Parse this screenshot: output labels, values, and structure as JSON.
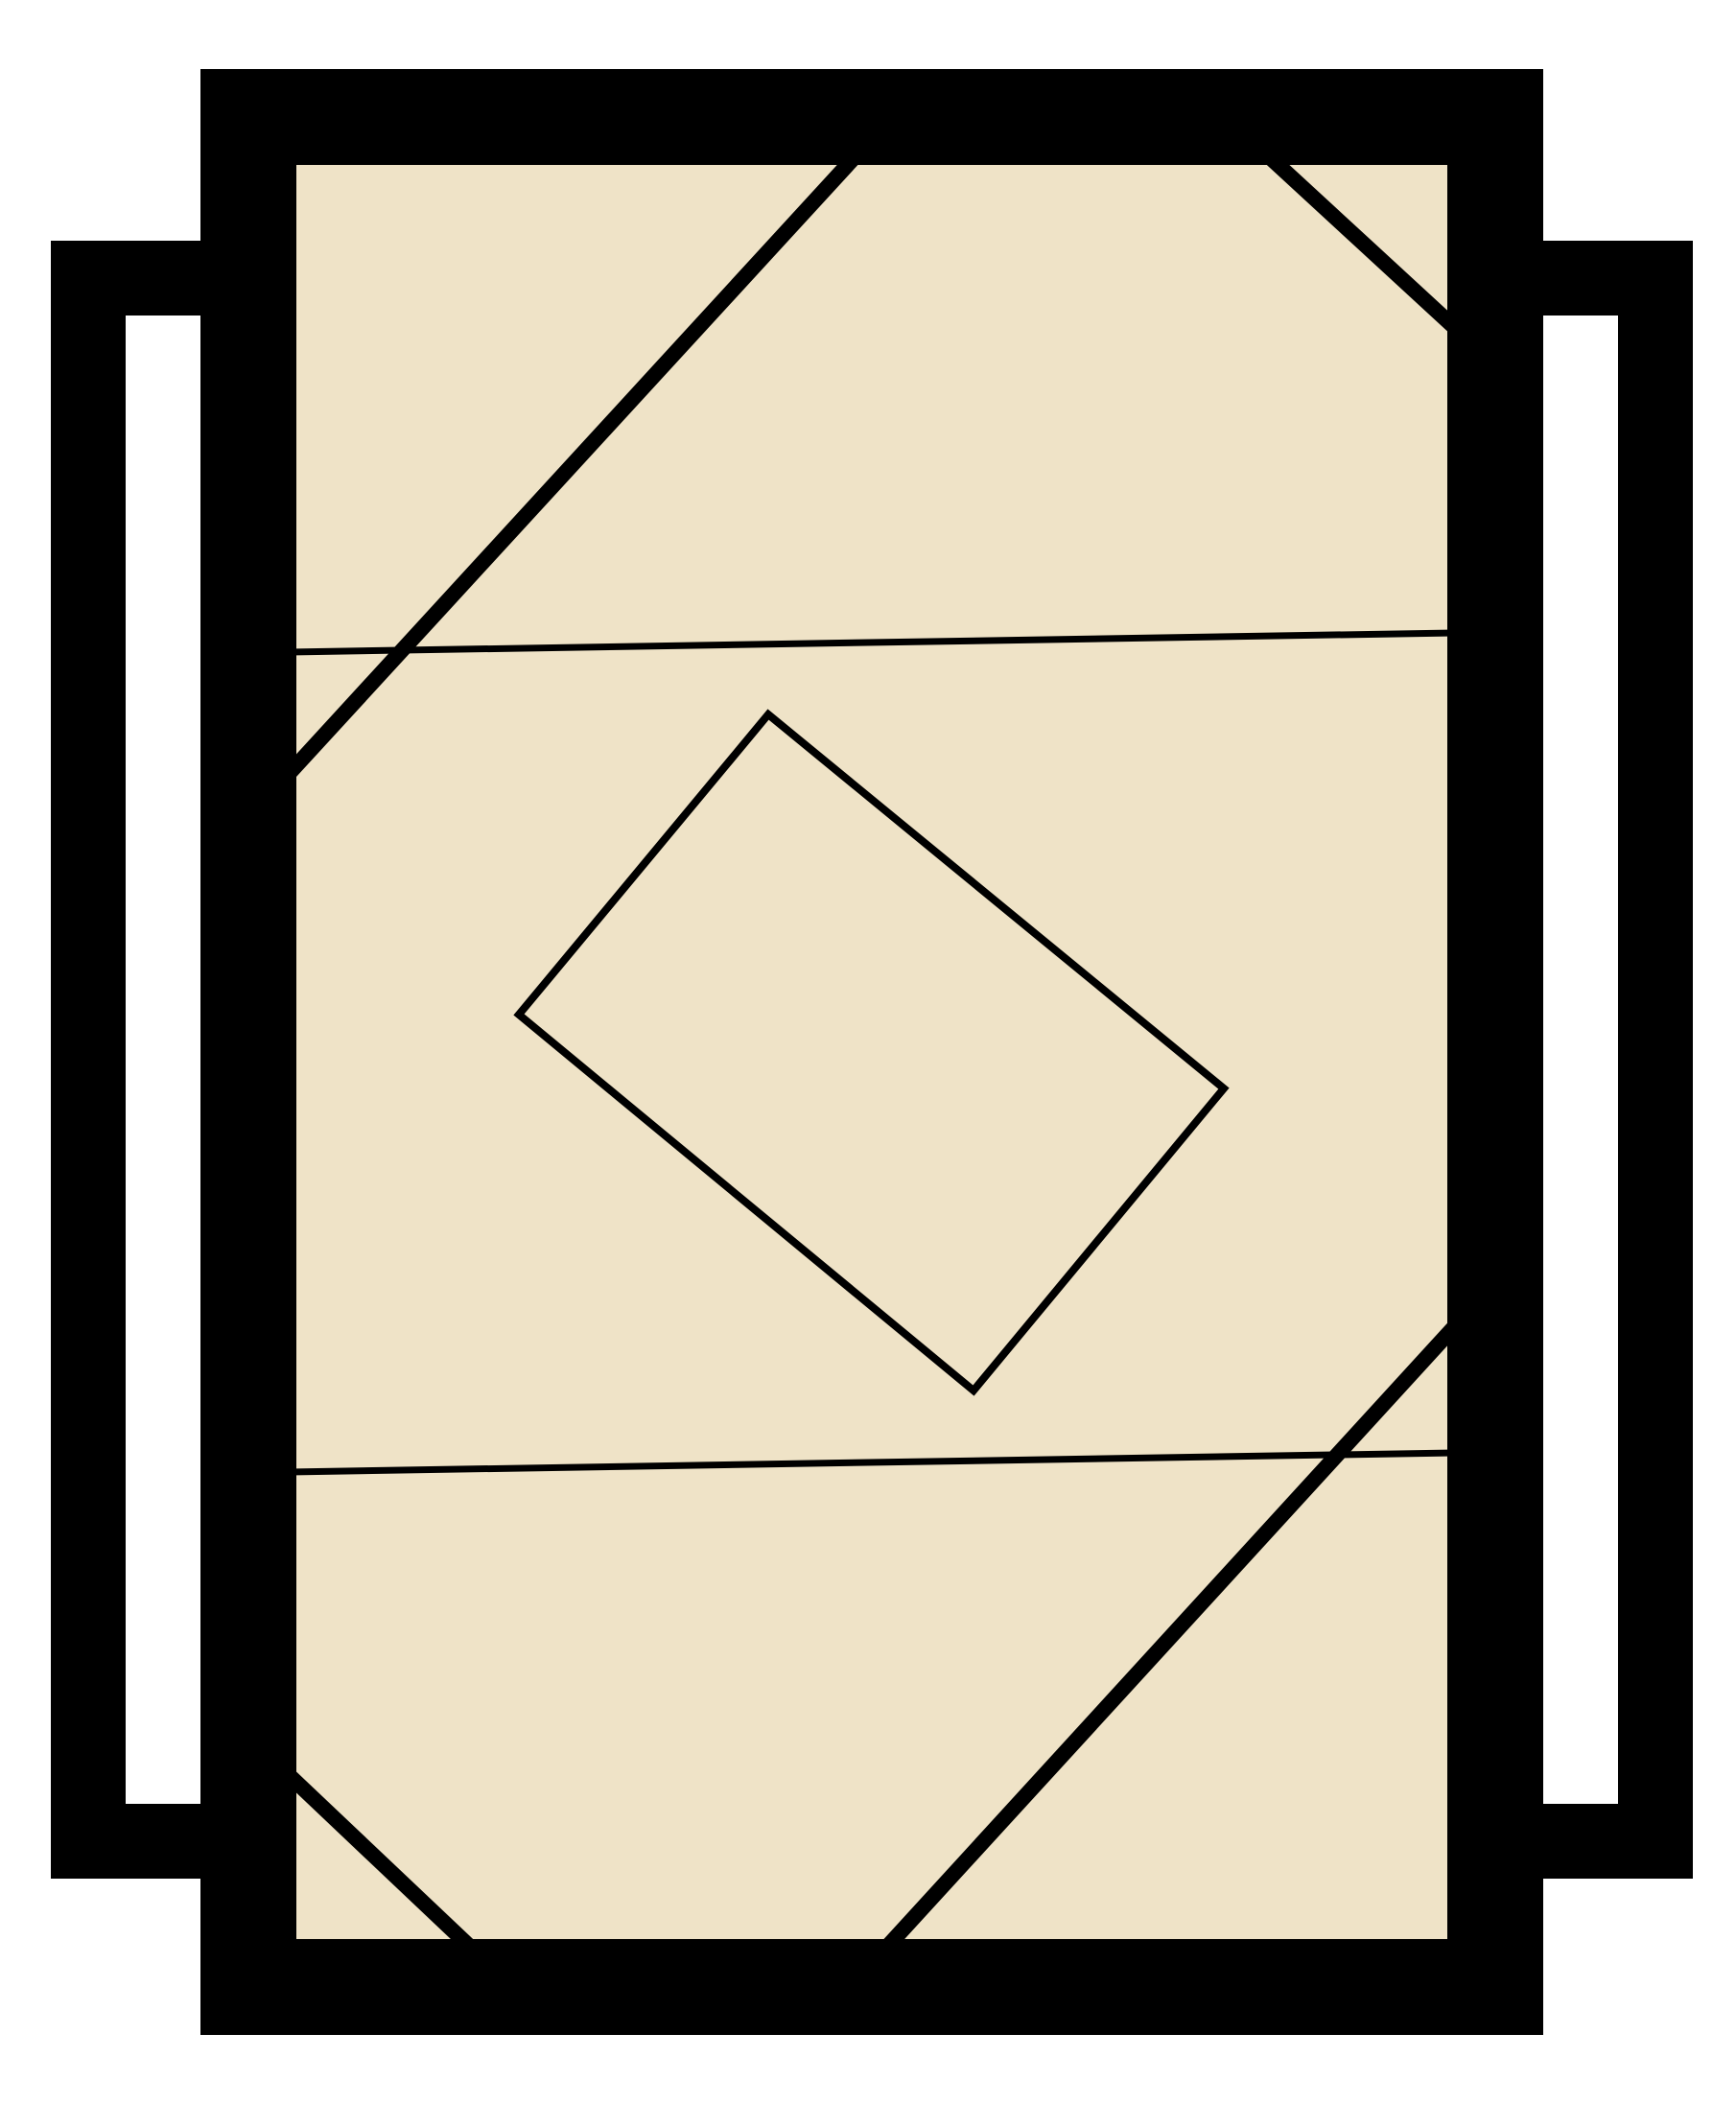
{
  "diagram": {
    "colors": {
      "background": "#ffffff",
      "panel_fill": "#efe3c7",
      "stroke": "#000000",
      "side_fill": "#ffffff"
    },
    "elements": [
      "side-bracket-left",
      "side-bracket-right",
      "panel",
      "panel-frame",
      "diagonal-line-upper",
      "diagonal-line-top-right",
      "diagonal-line-lower",
      "diagonal-line-bottom-left",
      "horizontal-line-upper",
      "horizontal-line-lower",
      "rotated-rectangle"
    ]
  }
}
